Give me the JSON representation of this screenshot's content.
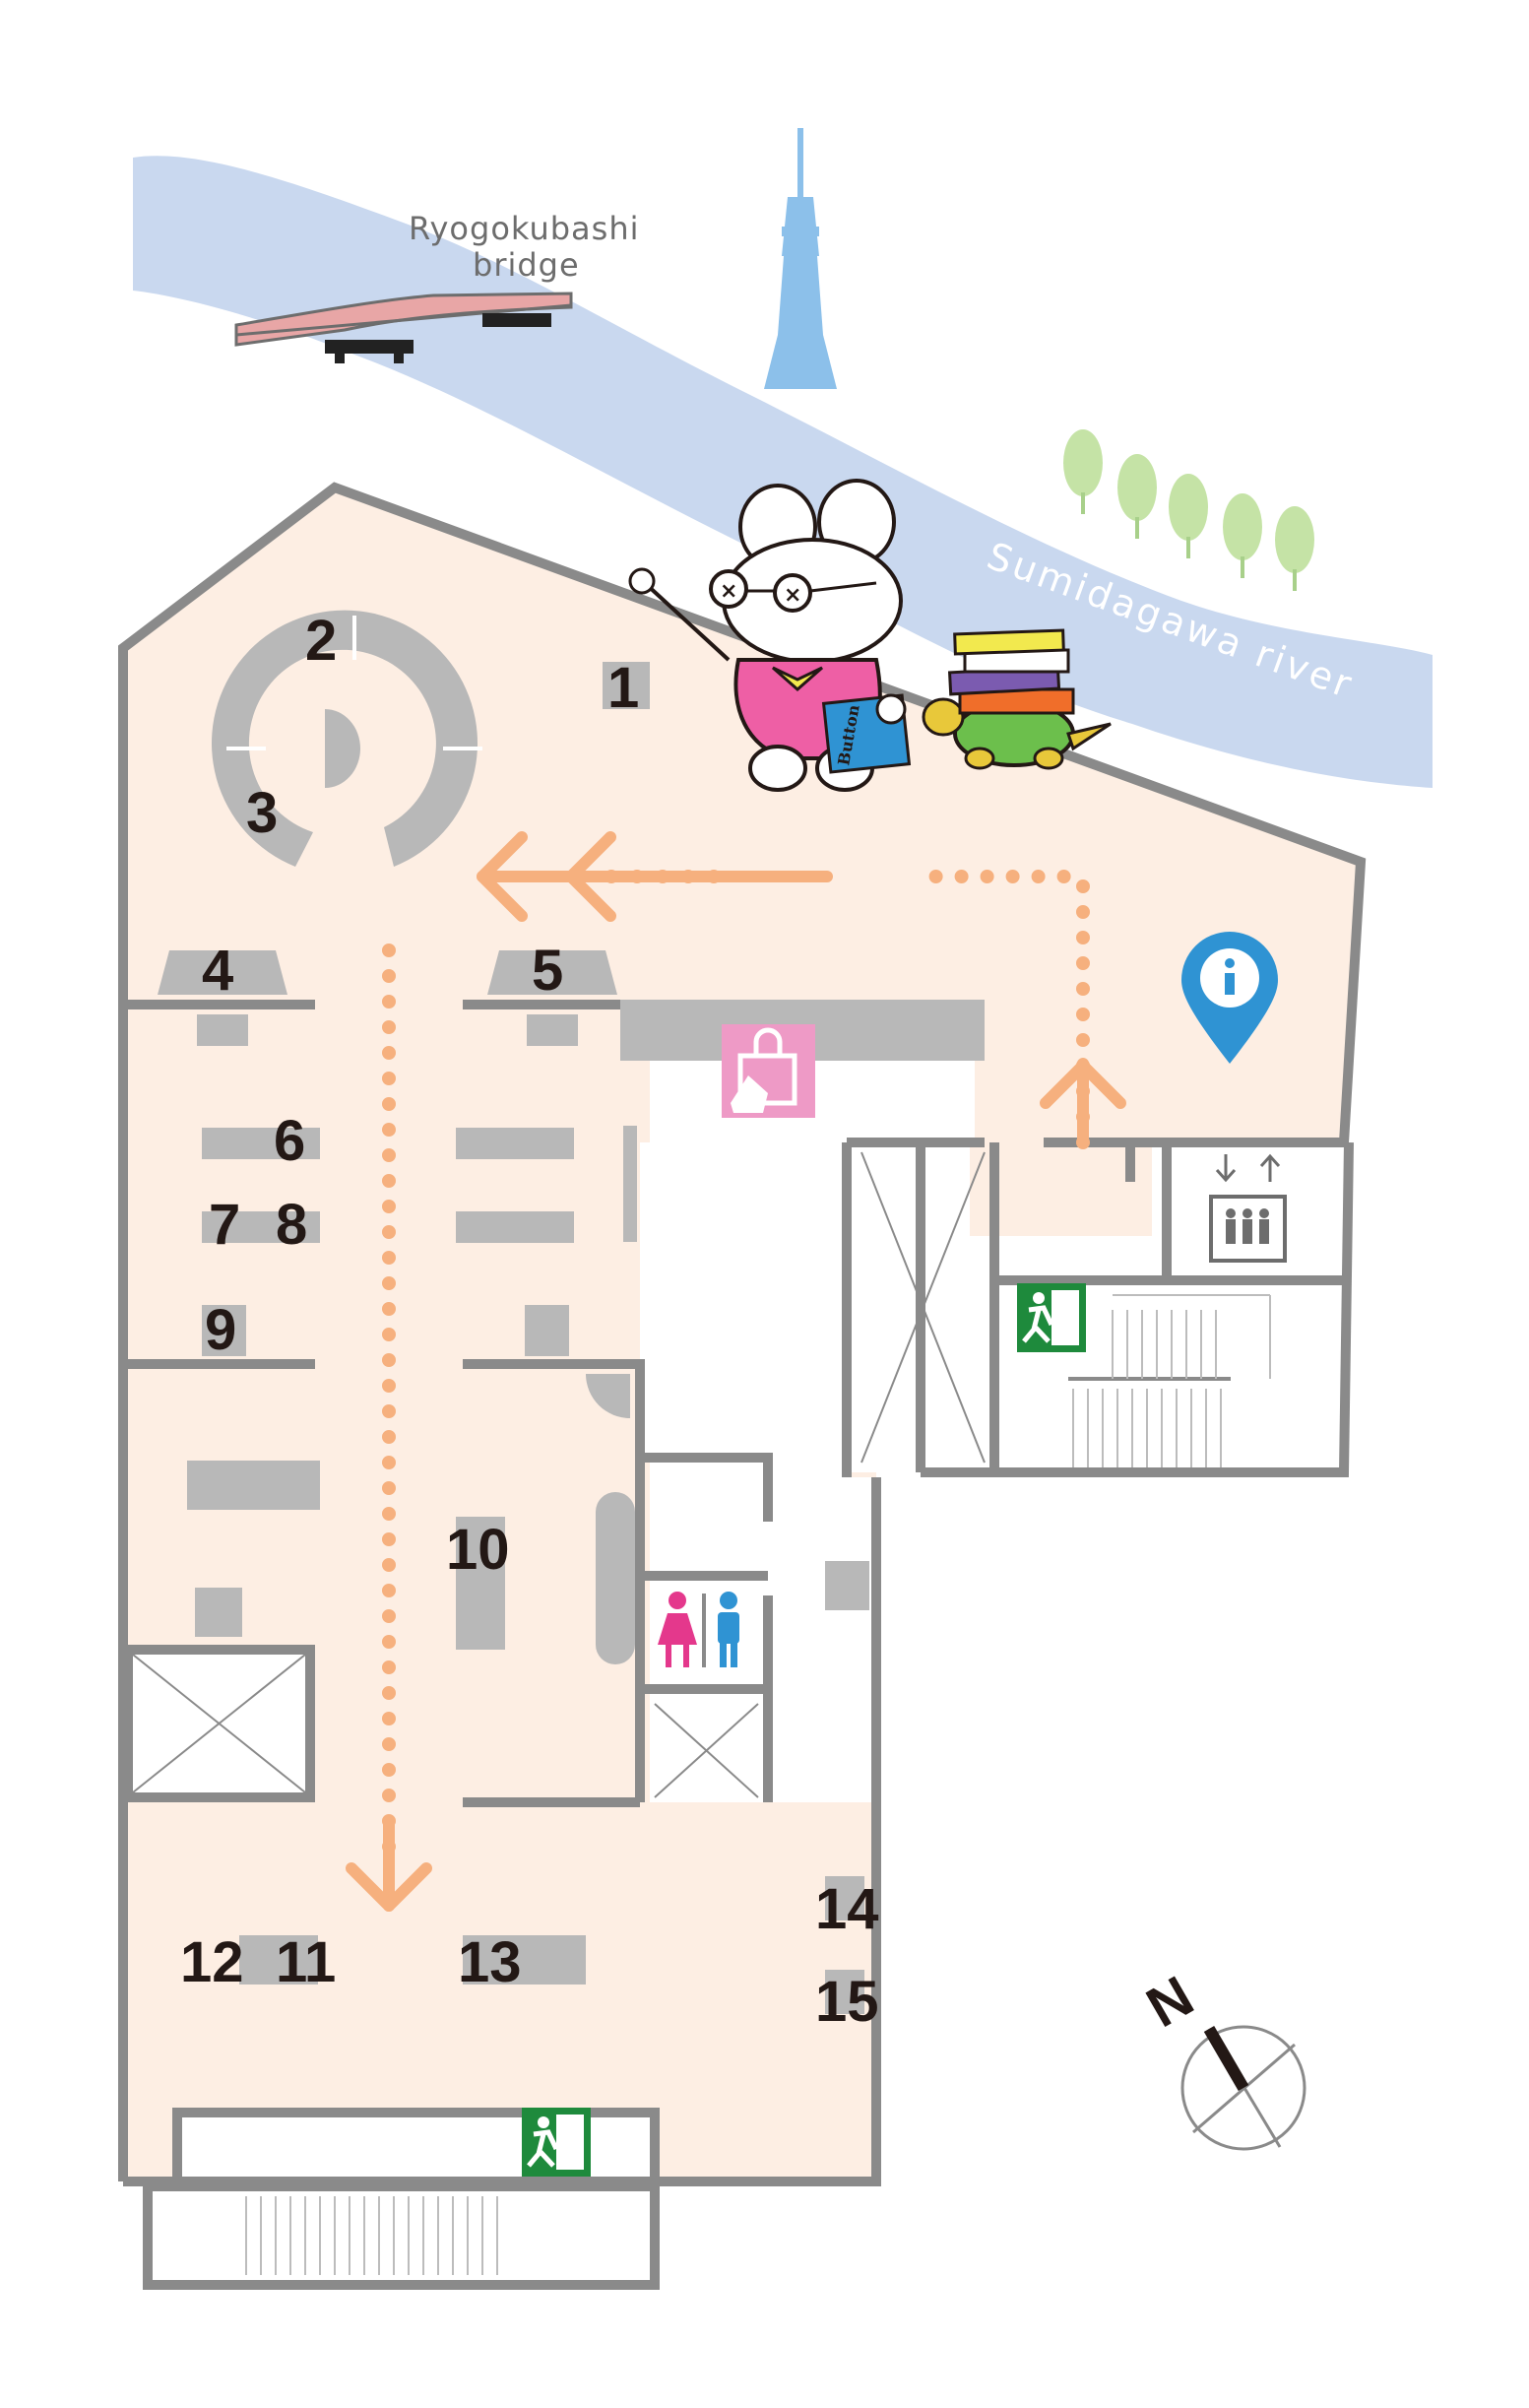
{
  "labels": {
    "bridge_line1": "Ryogokubashi",
    "bridge_line2": "bridge",
    "river": "Sumidagawa river",
    "north": "N",
    "mascot_book": "Button"
  },
  "spots": [
    {
      "id": "1",
      "label": "1"
    },
    {
      "id": "2",
      "label": "2"
    },
    {
      "id": "3",
      "label": "3"
    },
    {
      "id": "4",
      "label": "4"
    },
    {
      "id": "5",
      "label": "5"
    },
    {
      "id": "6",
      "label": "6"
    },
    {
      "id": "7",
      "label": "7"
    },
    {
      "id": "8",
      "label": "8"
    },
    {
      "id": "9",
      "label": "9"
    },
    {
      "id": "10",
      "label": "10"
    },
    {
      "id": "11",
      "label": "11"
    },
    {
      "id": "12",
      "label": "12"
    },
    {
      "id": "13",
      "label": "13"
    },
    {
      "id": "14",
      "label": "14"
    },
    {
      "id": "15",
      "label": "15"
    }
  ],
  "icons": {
    "info": "info-pin-icon",
    "cloakroom": "cloakroom-icon",
    "elevator": "elevator-icon",
    "restroom": "restroom-icon",
    "emergency_exit": "emergency-exit-icon",
    "compass": "north-compass-icon",
    "tower": "skytree-tower-icon"
  },
  "colors": {
    "floor": "#fdeee3",
    "wall": "#8a8a8a",
    "river": "#c9d8ef",
    "route": "#f6b07e",
    "info_pin": "#2f93d3",
    "exit_green": "#1e8a3c",
    "cloakroom_pink": "#ee9ac6",
    "trees": "#c5e3a6"
  }
}
